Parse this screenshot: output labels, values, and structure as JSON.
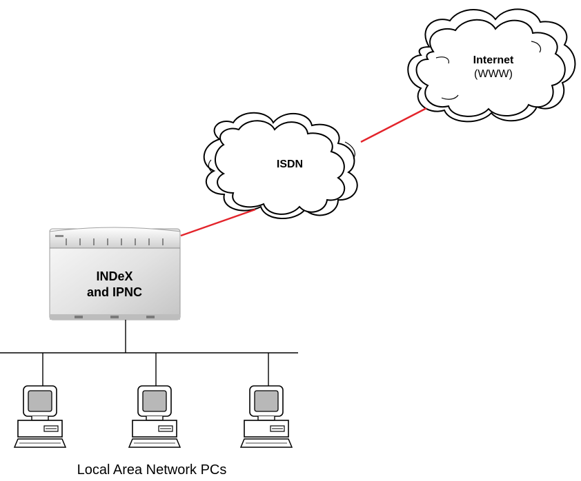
{
  "diagram": {
    "internet_cloud": {
      "title": "Internet",
      "subtitle": "(WWW)"
    },
    "isdn_cloud": {
      "title": "ISDN"
    },
    "device": {
      "line1": "INDeX",
      "line2": "and IPNC"
    },
    "lan": {
      "caption": "Local Area Network PCs"
    },
    "link_color": "#e3242b",
    "icons": [
      "cloud-icon",
      "server-icon",
      "computer-icon"
    ]
  }
}
